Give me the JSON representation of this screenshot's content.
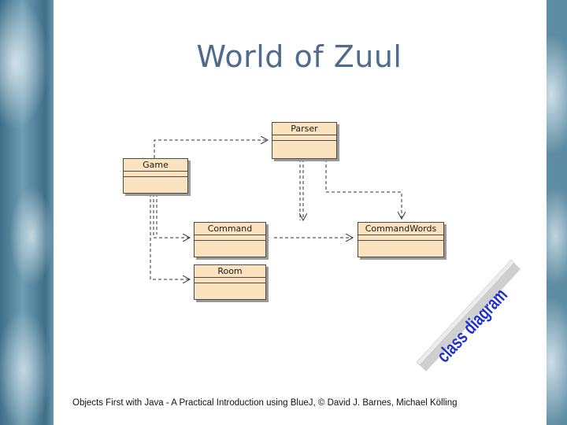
{
  "slide": {
    "title": "World of Zuul",
    "stamp_text": "class diagram",
    "footer": "Objects First with Java - A Practical Introduction using BlueJ, © David J. Barnes, Michael Kölling"
  },
  "classes": [
    {
      "id": "parser",
      "name": "Parser"
    },
    {
      "id": "game",
      "name": "Game"
    },
    {
      "id": "command",
      "name": "Command"
    },
    {
      "id": "commandwords",
      "name": "CommandWords"
    },
    {
      "id": "room",
      "name": "Room"
    }
  ],
  "colors": {
    "class_fill": "#fbe3bf",
    "title": "#4f6b8e",
    "stamp_text": "#1f2fd0"
  }
}
